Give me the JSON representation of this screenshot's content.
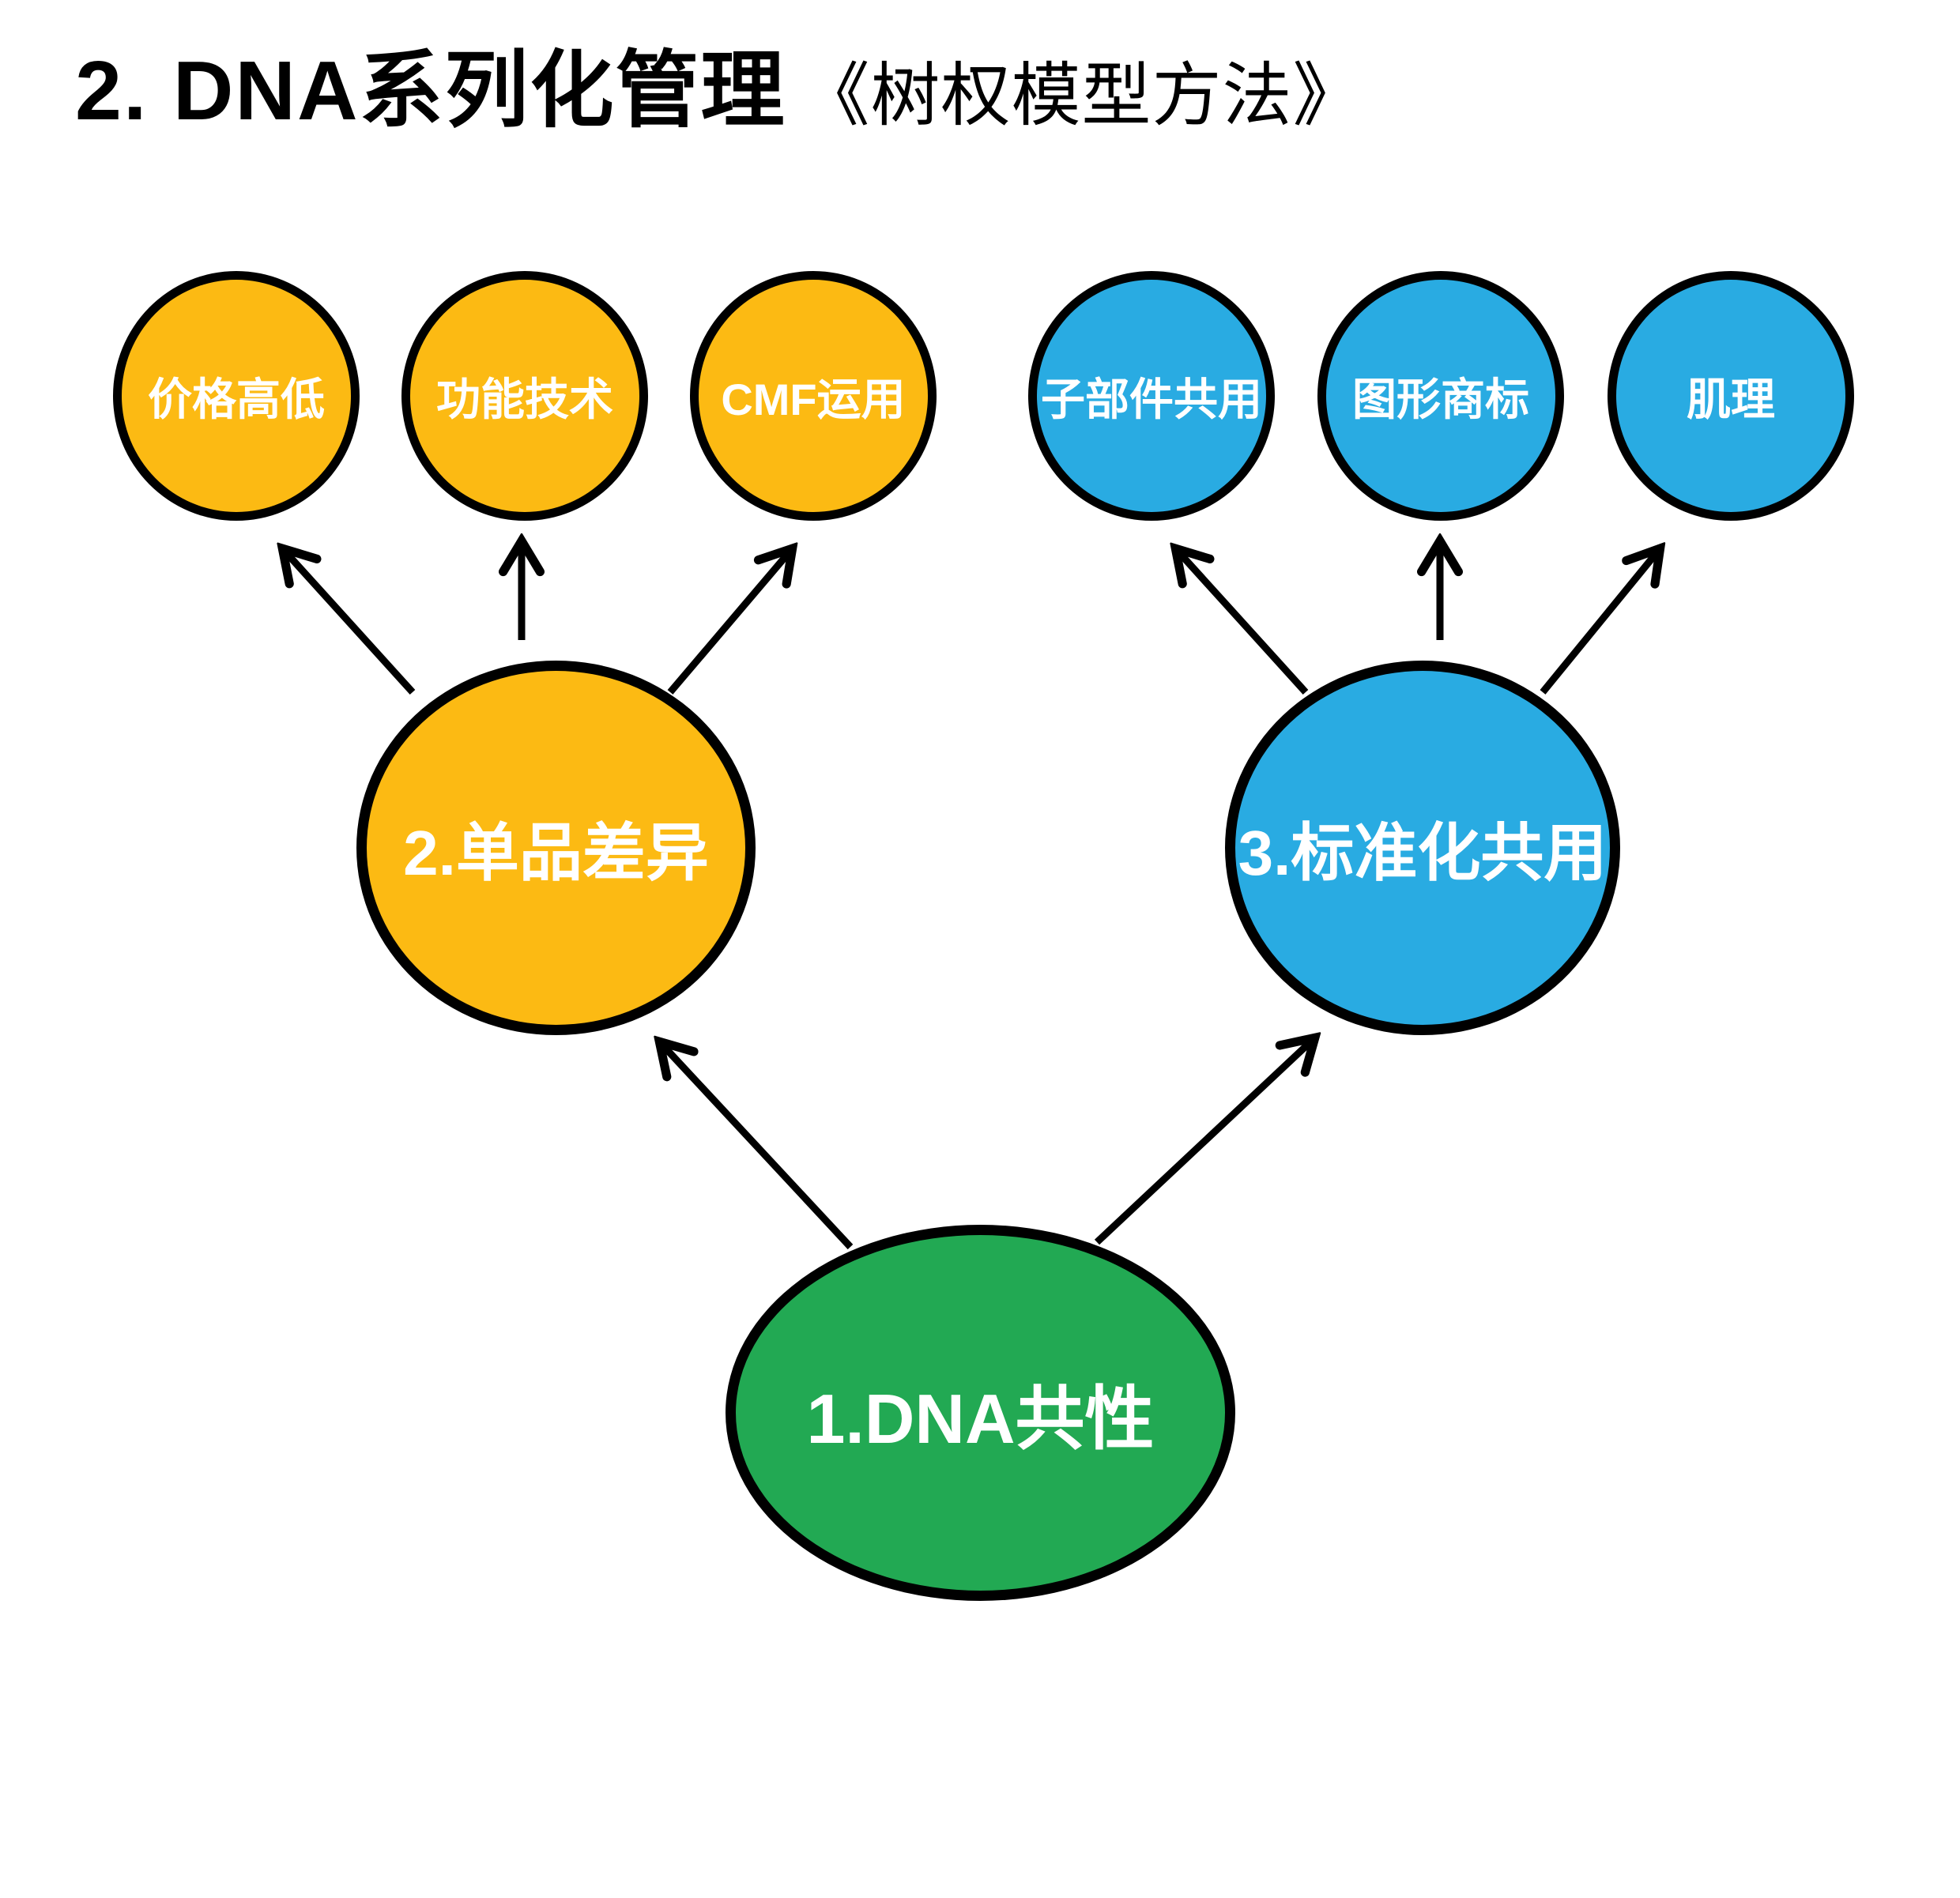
{
  "title": {
    "main": "2. DNA系列化管理",
    "sub": "《树权模型方法》"
  },
  "colors": {
    "yellow": "#FCBA13",
    "blue": "#29ABE2",
    "green": "#22A953",
    "outline": "#000000",
    "node_text": "#FFFFFF",
    "title_text": "#000000"
  },
  "nodes": {
    "root": {
      "label": "1.DNA共性",
      "color": "green"
    },
    "branch_yellow": {
      "label": "2.单品差异",
      "color": "yellow"
    },
    "branch_blue": {
      "label": "3.标准化共用",
      "color": "blue"
    },
    "leaves_yellow": [
      {
        "label": "价格高低"
      },
      {
        "label": "功能技术"
      },
      {
        "label": "CMF运用"
      }
    ],
    "leaves_blue": [
      {
        "label": "子部件共用"
      },
      {
        "label": "图形商标"
      },
      {
        "label": "肌理"
      }
    ]
  },
  "relations": [
    "1.DNA共性 → 2.单品差异",
    "1.DNA共性 → 3.标准化共用",
    "2.单品差异 → 价格高低",
    "2.单品差异 → 功能技术",
    "2.单品差异 → CMF运用",
    "3.标准化共用 → 子部件共用",
    "3.标准化共用 → 图形商标",
    "3.标准化共用 → 肌理"
  ]
}
